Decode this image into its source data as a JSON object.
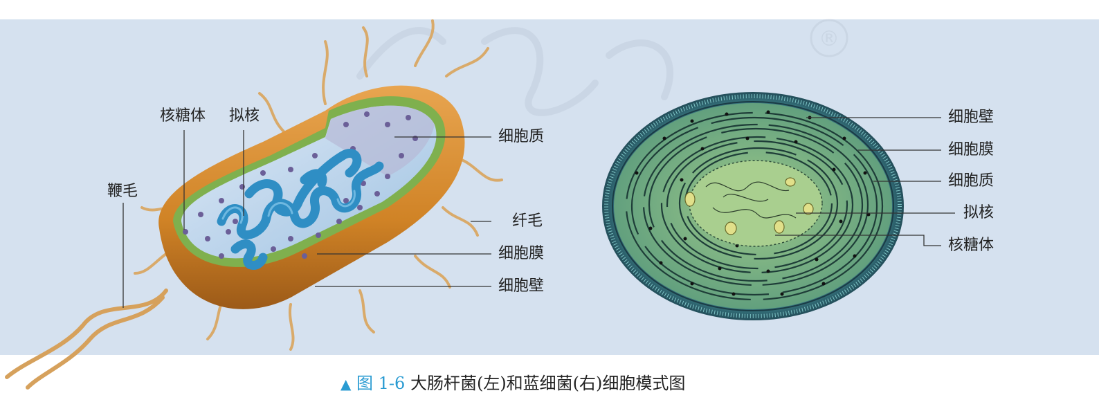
{
  "left_labels": {
    "ribosome": "核糖体",
    "nucleoid": "拟核",
    "flagellum": "鞭毛",
    "cytoplasm": "细胞质",
    "pili": "纤毛",
    "membrane": "细胞膜",
    "wall": "细胞壁"
  },
  "right_labels": {
    "wall": "细胞壁",
    "membrane": "细胞膜",
    "cytoplasm": "细胞质",
    "nucleoid": "拟核",
    "ribosome": "核糖体"
  },
  "watermark": "®",
  "caption": {
    "marker": "▲",
    "number": "图 1-6",
    "text": "大肠杆菌(左)和蓝细菌(右)细胞模式图"
  },
  "colors": {
    "panel": "#d5e1ef",
    "cell_wall": "#d48a2e",
    "cytoplasm": "#b9d3ea",
    "dna": "#2f8ec4",
    "ribosome_dot": "#6b5f98",
    "cyano_green": "#6aa882",
    "cyano_edge": "#2c5f70",
    "caption_accent": "#2a9bd2"
  }
}
